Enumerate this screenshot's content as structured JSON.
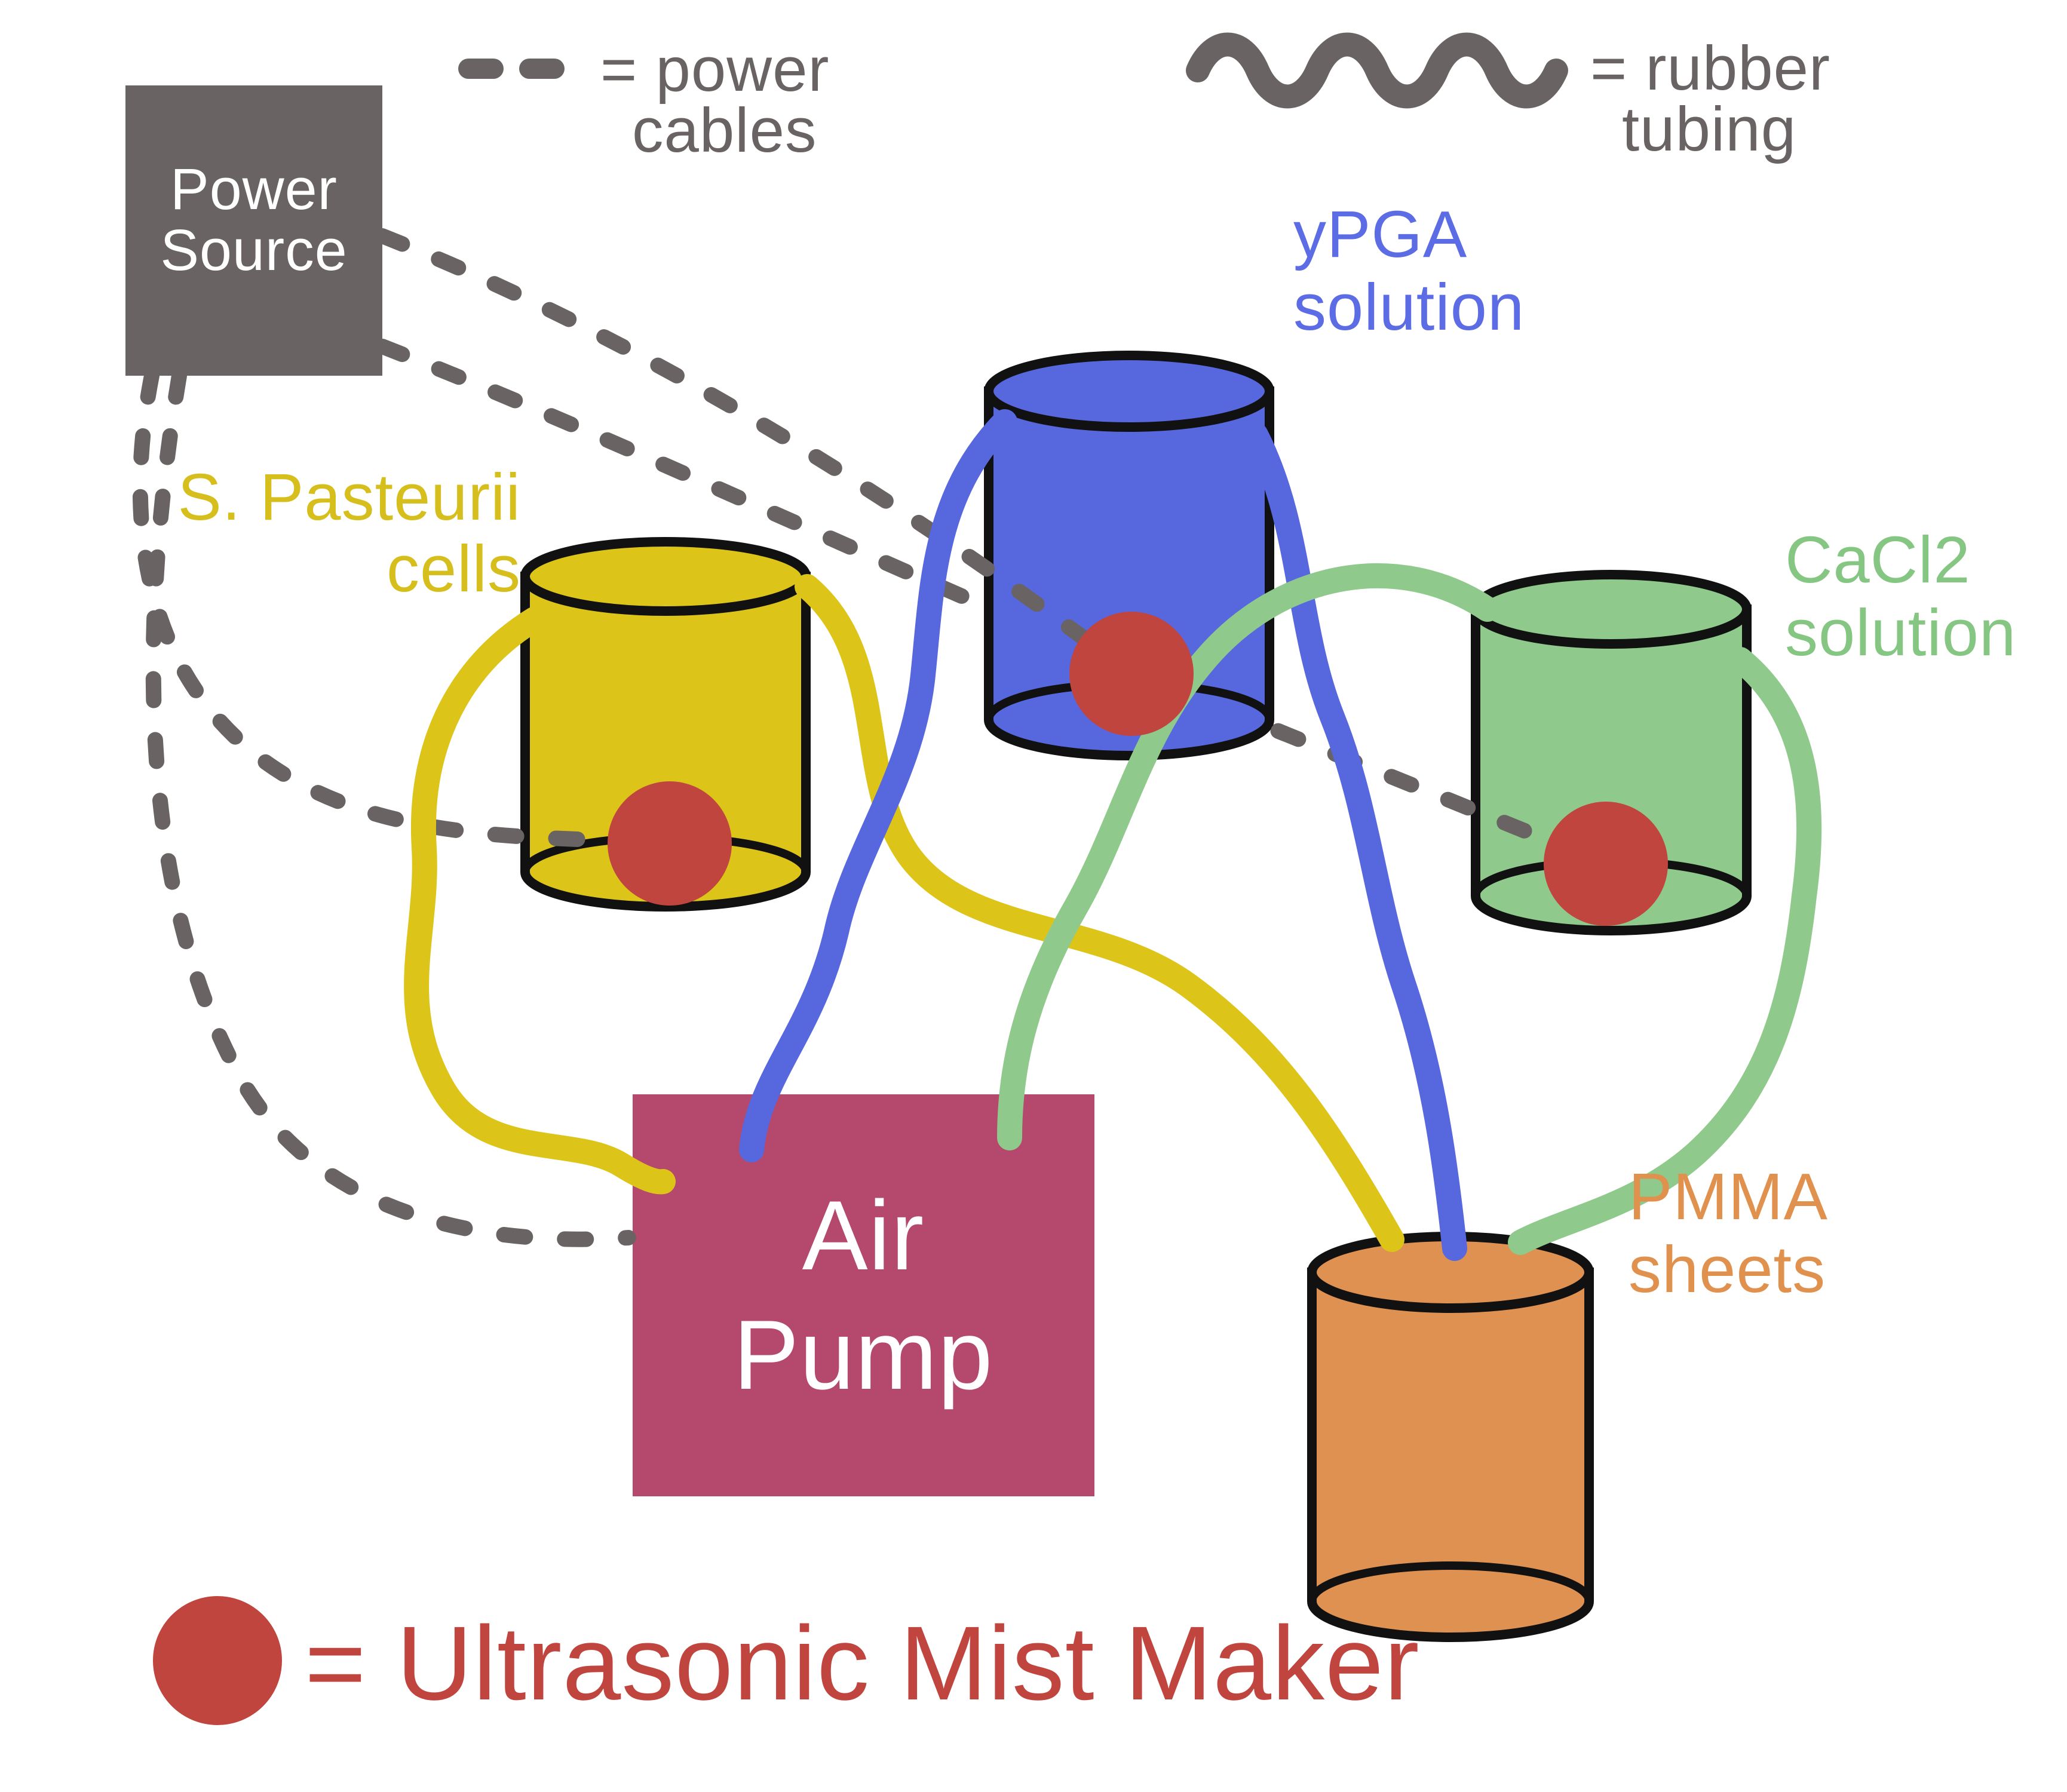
{
  "legend": {
    "power_cables": {
      "line1": "= power",
      "line2": "cables"
    },
    "rubber_tubing": {
      "line1": "= rubber",
      "line2": "tubing"
    },
    "mist_maker": {
      "label": "= Ultrasonic Mist Maker"
    }
  },
  "nodes": {
    "power_source": {
      "line1": "Power",
      "line2": "Source"
    },
    "air_pump": {
      "line1": "Air",
      "line2": "Pump"
    },
    "s_pasteurii": {
      "line1": "S. Pasteurii",
      "line2": "cells"
    },
    "ypga": {
      "line1": "yPGA",
      "line2": "solution"
    },
    "cacl2": {
      "line1": "CaCl2",
      "line2": "solution"
    },
    "pmma": {
      "line1": "PMMA",
      "line2": "sheets"
    }
  },
  "colors": {
    "gray": "#6a6363",
    "yellow": "#ddc419",
    "yellow_label": "#d6bf1d",
    "blue": "#5767de",
    "blue_label": "#5b6ce4",
    "green": "#8fca8c",
    "green_label": "#86c683",
    "orange": "#de9150",
    "orange_label": "#e0914d",
    "magenta": "#b5486d",
    "red": "#c1453f",
    "outline": "#111111",
    "white": "#ffffff"
  }
}
